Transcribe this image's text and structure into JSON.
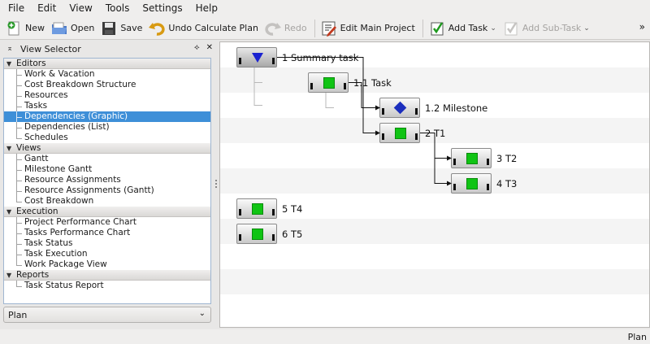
{
  "menubar": [
    "File",
    "Edit",
    "View",
    "Tools",
    "Settings",
    "Help"
  ],
  "toolbar": {
    "new": "New",
    "open": "Open",
    "save": "Save",
    "undo": "Undo Calculate Plan",
    "redo": "Redo",
    "edit_main_project": "Edit Main Project",
    "add_task": "Add Task",
    "add_subtask": "Add Sub-Task",
    "more": "»"
  },
  "dock": {
    "title": "View Selector"
  },
  "categories": [
    {
      "name": "Editors",
      "items": [
        "Work & Vacation",
        "Cost Breakdown Structure",
        "Resources",
        "Tasks",
        "Dependencies (Graphic)",
        "Dependencies (List)",
        "Schedules"
      ]
    },
    {
      "name": "Views",
      "items": [
        "Gantt",
        "Milestone Gantt",
        "Resource Assignments",
        "Resource Assignments (Gantt)",
        "Cost Breakdown"
      ]
    },
    {
      "name": "Execution",
      "items": [
        "Project Performance Chart",
        "Tasks Performance Chart",
        "Task Status",
        "Task Execution",
        "Work Package View"
      ]
    },
    {
      "name": "Reports",
      "items": [
        "Task Status Report"
      ]
    }
  ],
  "selected_item": "Dependencies (Graphic)",
  "plan_combo": "Plan",
  "graph": {
    "nodes": [
      {
        "label": "1  Summary task",
        "marker": "triangle"
      },
      {
        "label": "1.1  Task",
        "marker": "square"
      },
      {
        "label": "1.2  Milestone",
        "marker": "diamond"
      },
      {
        "label": "2  T1",
        "marker": "square"
      },
      {
        "label": "3  T2",
        "marker": "square"
      },
      {
        "label": "4  T3",
        "marker": "square"
      },
      {
        "label": "5  T4",
        "marker": "square"
      },
      {
        "label": "6  T5",
        "marker": "square"
      }
    ]
  },
  "status": {
    "text": "Plan"
  },
  "colors": {
    "selection": "#3e8fd8",
    "task_marker": "#10c414",
    "milestone_marker": "#1b2ebd"
  }
}
